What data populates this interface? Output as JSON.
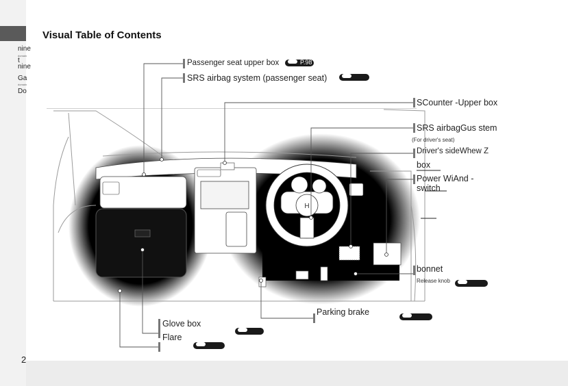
{
  "title": "Visual Table of Contents",
  "page_number": "2",
  "sidebar": {
    "items": [
      "nine",
      "domain",
      "t",
      "nine",
      "Ga",
      "domain",
      "Do"
    ]
  },
  "callouts": {
    "passenger_upper_box": "Passenger seat upper box",
    "passenger_upper_box_ref": "P.98",
    "srs_passenger": "SRS airbag system (passenger seat)",
    "counter_upper_box": "SCounter -Upper box",
    "srs_driver": "SRS airbagGus stem",
    "for_driver_seat": "(For driver's seat)",
    "drivers_side_box_line1": "Driver's sideWhew Z",
    "drivers_side_box_line2": "box",
    "power_window_line1": "Power WiAnd -",
    "power_window_line2": "switch",
    "bonnet": "bonnet",
    "release_knob": "Release knob",
    "parking_brake": "Parking brake",
    "glove_box": "Glove box",
    "flare": "Flare"
  }
}
